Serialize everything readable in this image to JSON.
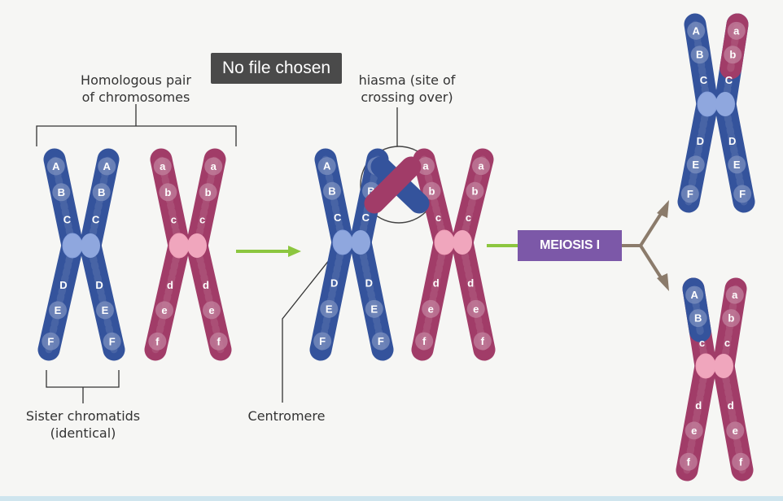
{
  "labels": {
    "homologous_pair": "Homologous pair\nof chromosomes",
    "chiasma": "hiasma (site of\ncrossing over)",
    "sister_chromatids": "Sister chromatids\n(identical)",
    "centromere": "Centromere"
  },
  "file_input": {
    "status": "No file chosen"
  },
  "process_box": {
    "label": "MEIOSIS I"
  },
  "gene_letters": {
    "blue": [
      "A",
      "B",
      "C",
      "D",
      "E",
      "F"
    ],
    "pink": [
      "a",
      "b",
      "c",
      "d",
      "e",
      "f"
    ]
  },
  "colors": {
    "blue_chromosome": "#34539c",
    "pink_chromosome": "#a13c68",
    "blue_centromere": "#8fa7de",
    "pink_centromere": "#f0a6bd",
    "arrow_green": "#8cc63f",
    "arrow_brown": "#8b7b6b",
    "meiosis_box": "#7c58a8"
  }
}
